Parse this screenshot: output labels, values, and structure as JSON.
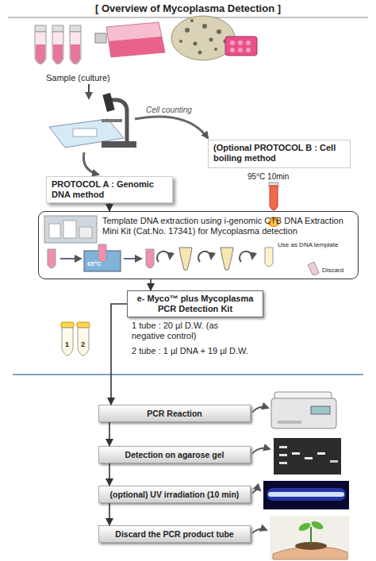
{
  "diagram": {
    "title": "[ Overview of Mycoplasma Detection ]",
    "nodes": [
      {
        "text": [
          "(Optional PROTOCOL B : Cell boiling method"
        ]
      },
      {
        "text": [
          "PROTOCOL A : Genomic DNA method"
        ]
      },
      {
        "text": [
          "Template DNA extraction using i-genomic CTB DNA Extraction Mini Kit (Cat.No. 17341) for Mycoplasma detection"
        ]
      },
      {
        "text": [
          "e- Myco™ plus Mycoplasma PCR Detection Kit"
        ]
      },
      {
        "text": [
          "PCR Reaction"
        ]
      },
      {
        "text": [
          "Detection on agarose gel"
        ]
      },
      {
        "text": [
          "(optional) UV irradiation (10 min)"
        ]
      },
      {
        "text": [
          "Discard the PCR product tube"
        ]
      }
    ],
    "edges": [
      {
        "from": 1,
        "to": 2,
        "arrow": "to"
      },
      {
        "from": 2,
        "to": 3,
        "arrow": "to"
      },
      {
        "from": 3,
        "to": 4,
        "arrow": "to"
      },
      {
        "from": 4,
        "to": 5,
        "arrow": "to"
      },
      {
        "from": 5,
        "to": 6,
        "arrow": "to"
      },
      {
        "from": 6,
        "to": 7,
        "arrow": "to"
      }
    ],
    "labels": [
      "Sample (culture)",
      "Cell counting",
      "95°C 10min",
      "65°C",
      "Use as DNA template",
      "Discard",
      "1 tube : 20 µl D.W. (as negative control)",
      "2 tube : 1 µl DNA + 19 µl D.W.",
      "1",
      "2"
    ]
  }
}
